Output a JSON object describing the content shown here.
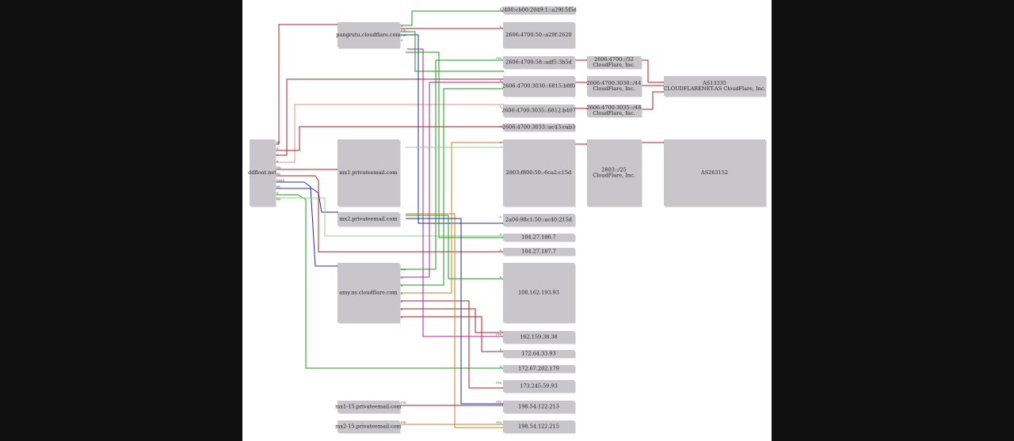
{
  "colors": {
    "red": "#b01e22",
    "green": "#1c9a1c",
    "blue": "#1c2aa8",
    "magenta": "#b01e9a",
    "orange": "#c8821c",
    "pink": "#e09090",
    "lightgreen": "#8cd08c",
    "node": "#c8c6cb"
  },
  "nodes": [
    {
      "id": "ddos",
      "label": "ddfloat.net",
      "lines": [
        "ddfloat.net"
      ]
    },
    {
      "id": "ns1",
      "label": "pangrutu.cloudflare.com",
      "lines": [
        "pangrutu.cloudflare.com"
      ]
    },
    {
      "id": "ns2",
      "label": "mx1.privateemail.com",
      "lines": [
        "mx1.privateemail.com"
      ]
    },
    {
      "id": "ns3",
      "label": "mx2.privateemail.com",
      "lines": [
        "mx2.privateemail.com"
      ]
    },
    {
      "id": "ns4",
      "label": "amy.ns.cloudflare.com",
      "lines": [
        "amy.ns.cloudflare.com"
      ]
    },
    {
      "id": "ns5",
      "label": "mx1-15.privateemail.com",
      "lines": [
        "mx1-15.privateemail.com"
      ]
    },
    {
      "id": "ns6",
      "label": "mx2-15.privateemail.com",
      "lines": [
        "mx2-15.privateemail.com"
      ]
    },
    {
      "id": "ip1",
      "label": "2400:cb00:2049:1::a29f:5f5d",
      "lines": [
        "2400:cb00:2049:1::a29f:5f5d"
      ]
    },
    {
      "id": "ip2",
      "label": "2606:4700:50::a29f:2620",
      "lines": [
        "2606:4700:50::a29f:2620"
      ]
    },
    {
      "id": "ip3",
      "label": "2606:4700:58::adf5:3b5d",
      "lines": [
        "2606:4700:58::adf5:3b5d"
      ]
    },
    {
      "id": "ip4",
      "label": "2606:4700:3030::6815:b8f0",
      "lines": [
        "2606:4700:3030::6815:b8f0"
      ]
    },
    {
      "id": "ip5",
      "label": "2606:4700:3035::6812:b407",
      "lines": [
        "2606:4700:3035::6812:b407"
      ]
    },
    {
      "id": "ip6",
      "label": "2606:4700:3033::ac43:cab3",
      "lines": [
        "2606:4700:3033::ac43:cab3"
      ]
    },
    {
      "id": "ip7",
      "label": "2803:f800:50::6ca2:c15d",
      "lines": [
        "2803:f800:50::6ca2:c15d"
      ]
    },
    {
      "id": "ip8",
      "label": "2a06:98c1:50::ac40:215d",
      "lines": [
        "2a06:98c1:50::ac40:215d"
      ]
    },
    {
      "id": "ip9",
      "label": "104.27.186.7",
      "lines": [
        "104.27.186.7"
      ]
    },
    {
      "id": "ip10",
      "label": "104.27.187.7",
      "lines": [
        "104.27.187.7"
      ]
    },
    {
      "id": "ip11",
      "label": "108.162.193.93",
      "lines": [
        "108.162.193.93"
      ]
    },
    {
      "id": "ip12",
      "label": "162.159.38.38",
      "lines": [
        "162.159.38.38"
      ]
    },
    {
      "id": "ip13",
      "label": "172.64.33.93",
      "lines": [
        "172.64.33.93"
      ]
    },
    {
      "id": "ip14",
      "label": "172.67.202.179",
      "lines": [
        "172.67.202.179"
      ]
    },
    {
      "id": "ip15",
      "label": "173.245.59.93",
      "lines": [
        "173.245.59.93"
      ]
    },
    {
      "id": "ip16",
      "label": "198.54.122.213",
      "lines": [
        "198.54.122.213"
      ]
    },
    {
      "id": "ip17",
      "label": "198.54.122.215",
      "lines": [
        "198.54.122.215"
      ]
    },
    {
      "id": "pf1",
      "label": "2606:4700::/32 CloudFlare, Inc.",
      "lines": [
        "2606:4700::/32",
        "CloudFlare, Inc."
      ]
    },
    {
      "id": "pf2",
      "label": "2606:4700:3030::/44 CloudFlare, Inc.",
      "lines": [
        "2606:4700:3030::/44",
        "CloudFlare, Inc."
      ]
    },
    {
      "id": "pf3",
      "label": "2606:4700:3035::/48 CloudFlare, Inc.",
      "lines": [
        "2606:4700:3035::/48",
        "CloudFlare, Inc."
      ]
    },
    {
      "id": "pf4",
      "label": "2803::/25 CloudFlare, Inc.",
      "lines": [
        "2803::/25",
        "CloudFlare, Inc."
      ]
    },
    {
      "id": "as1",
      "label": "AS13335 CLOUDFLARENET-AS CloudFlare, Inc.",
      "lines": [
        "AS13335",
        "CLOUDFLARENET-AS CloudFlare, Inc."
      ]
    },
    {
      "id": "as2",
      "label": "AS263152",
      "lines": [
        "AS263152"
      ]
    }
  ],
  "ports": {
    "ddos": [
      "NS",
      "A",
      "A",
      "A",
      "MX",
      "NS",
      "AAAA",
      "NS",
      "A",
      "MX"
    ],
    "ns1": [
      "A",
      "PTR",
      "PTR",
      "A"
    ],
    "ns4": [
      "PTR",
      "A",
      "A",
      "A",
      "A",
      "A",
      "A"
    ],
    "ns5": [
      "PTR"
    ],
    "ns6": [
      "PTR"
    ],
    "ips": [
      "A",
      "A",
      "PTR",
      "A",
      "A",
      "A",
      "A",
      "A",
      "A",
      "A",
      "A",
      "A",
      "PTR",
      "A",
      "A",
      "PTR",
      "PTR",
      "PTR"
    ]
  }
}
